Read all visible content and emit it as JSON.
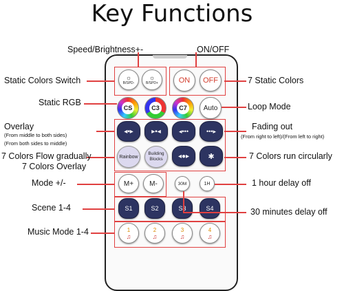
{
  "title": "Key Functions",
  "labels": {
    "speed": "Speed/Brightness+-",
    "onoff": "ON/OFF",
    "static_switch": "Static Colors Switch",
    "seven_static": "7 Static Colors",
    "static_rgb": "Static RGB",
    "loop_mode": "Loop Mode",
    "overlay": "Overlay",
    "overlay_sub1": "(From middle to both sides)",
    "overlay_sub2": "(From both sides to middle)",
    "fading": "Fading out",
    "fading_sub": "(From right to left)/(From left to right)",
    "flow": "7 Colors Flow gradually",
    "seven_overlay": "7 Colors Overlay",
    "run_circ": "7 Colors run circularly",
    "mode": "Mode +/-",
    "hour_delay": "1 hour delay off",
    "scene": "Scene 1-4",
    "thirty_delay": "30 minutes delay off",
    "music": "Music Mode 1-4"
  },
  "buttons": {
    "spd_minus": "B/SPD-",
    "spd_plus": "B/SPD+",
    "on": "ON",
    "off": "OFF",
    "cs": "CS",
    "c3": "C3",
    "c7": "C7",
    "auto": "Auto",
    "rainbow": "Rainbow",
    "building": "Building Blocks",
    "m_plus": "M+",
    "m_minus": "M-",
    "t30": "30M",
    "t1h": "1H",
    "s1": "S1",
    "s2": "S2",
    "s3": "S3",
    "s4": "S4",
    "mu1": "1",
    "mu2": "2",
    "mu3": "3",
    "mu4": "4"
  },
  "colors": {
    "accent": "#e04040",
    "navy": "#2d3461",
    "lavender": "#dcd9ef",
    "on_red": "#d23c2c"
  }
}
